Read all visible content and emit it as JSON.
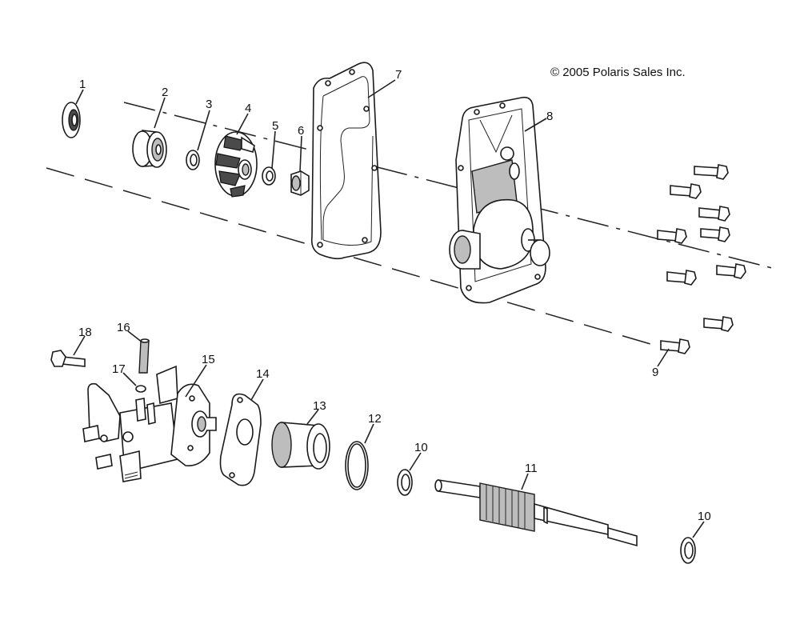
{
  "copyright": "© 2005 Polaris Sales Inc.",
  "callouts": {
    "c1": "1",
    "c2": "2",
    "c3": "3",
    "c4": "4",
    "c5": "5",
    "c6": "6",
    "c7": "7",
    "c8": "8",
    "c9": "9",
    "c10a": "10",
    "c10b": "10",
    "c11": "11",
    "c12": "12",
    "c13": "13",
    "c14": "14",
    "c15": "15",
    "c16": "16",
    "c17": "17",
    "c18": "18"
  }
}
